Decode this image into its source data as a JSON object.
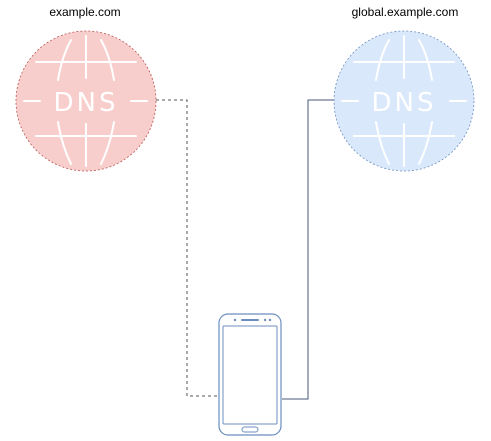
{
  "nodes": {
    "left_server": {
      "label": "example.com",
      "icon_text": "DNS",
      "fill": "#f8cecc",
      "stroke": "#b85450"
    },
    "right_server": {
      "label": "global.example.com",
      "icon_text": "DNS",
      "fill": "#dae8fc",
      "stroke": "#6c8ebf"
    },
    "phone": {
      "icon": "smartphone-icon",
      "stroke": "#6c8ebf",
      "fill": "#ffffff"
    }
  },
  "connections": [
    {
      "from": "left_server",
      "to": "phone",
      "style": "dashed",
      "color": "#555555"
    },
    {
      "from": "right_server",
      "to": "phone",
      "style": "solid",
      "color": "#4a5a7a"
    }
  ]
}
